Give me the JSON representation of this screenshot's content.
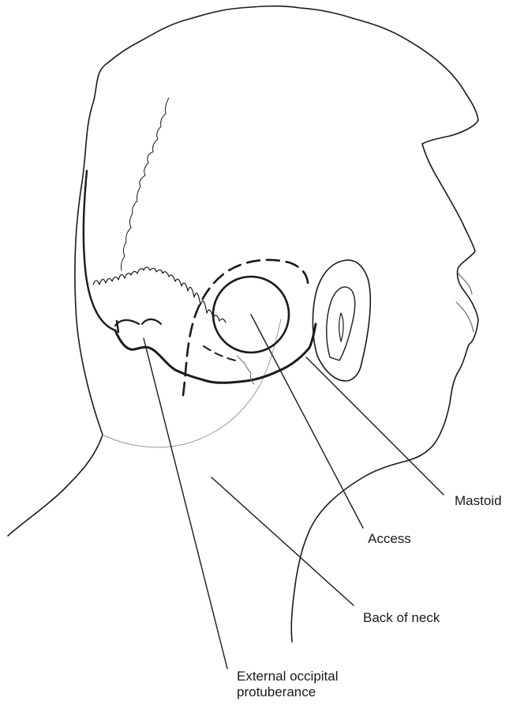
{
  "labels": {
    "mastoid": "Mastoid",
    "access": "Access",
    "back_of_neck": "Back of neck",
    "external_occipital_protuberance": [
      "External occipital",
      "protuberance"
    ]
  },
  "colors": {
    "line": "#1a1a1a",
    "faint": "#9a9a9a",
    "background": "#ffffff"
  }
}
